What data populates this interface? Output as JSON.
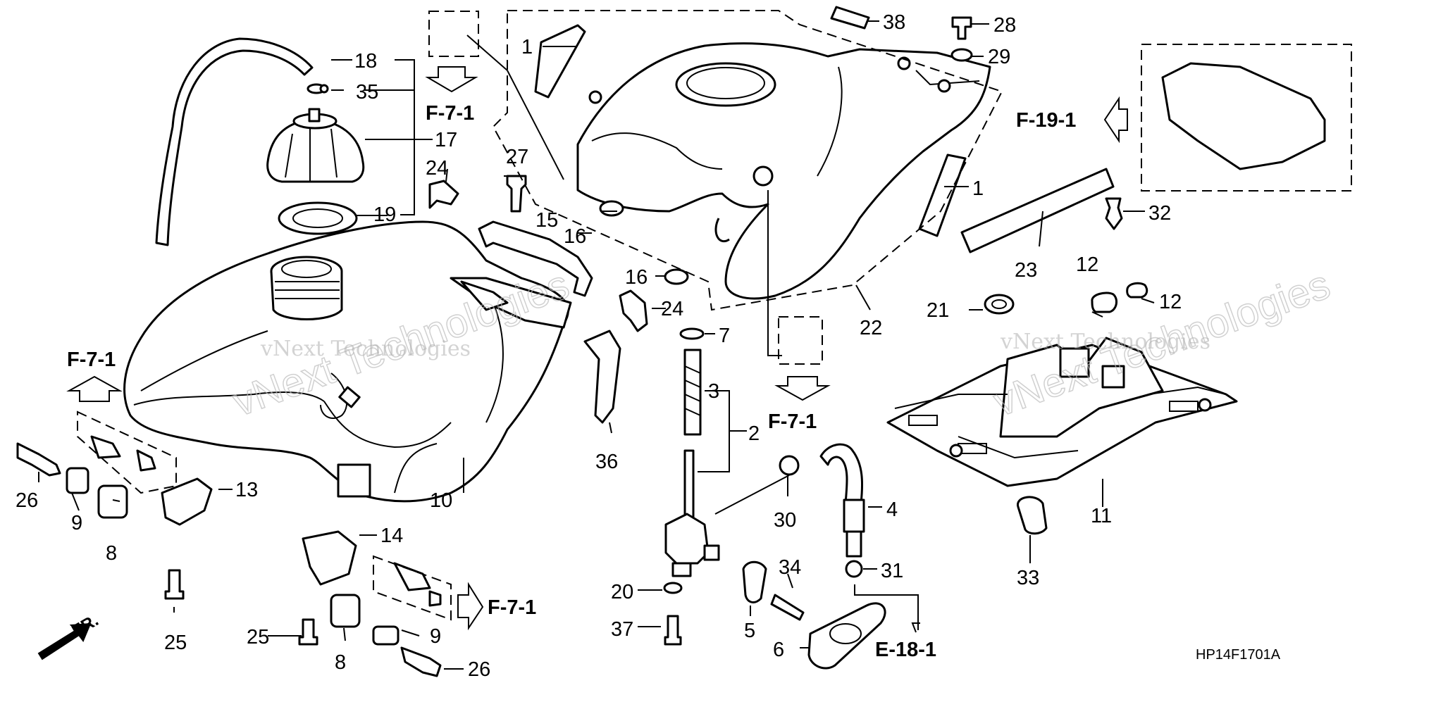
{
  "diagram": {
    "part_labels": [
      {
        "id": "p1a",
        "text": "1"
      },
      {
        "id": "p1b",
        "text": "1"
      },
      {
        "id": "p2",
        "text": "2"
      },
      {
        "id": "p3",
        "text": "3"
      },
      {
        "id": "p4",
        "text": "4"
      },
      {
        "id": "p5",
        "text": "5"
      },
      {
        "id": "p6",
        "text": "6"
      },
      {
        "id": "p7",
        "text": "7"
      },
      {
        "id": "p8a",
        "text": "8"
      },
      {
        "id": "p8b",
        "text": "8"
      },
      {
        "id": "p9a",
        "text": "9"
      },
      {
        "id": "p9b",
        "text": "9"
      },
      {
        "id": "p10",
        "text": "10"
      },
      {
        "id": "p11",
        "text": "11"
      },
      {
        "id": "p12a",
        "text": "12"
      },
      {
        "id": "p12b",
        "text": "12"
      },
      {
        "id": "p13",
        "text": "13"
      },
      {
        "id": "p14",
        "text": "14"
      },
      {
        "id": "p15",
        "text": "15"
      },
      {
        "id": "p16a",
        "text": "16"
      },
      {
        "id": "p16b",
        "text": "16"
      },
      {
        "id": "p17",
        "text": "17"
      },
      {
        "id": "p18",
        "text": "18"
      },
      {
        "id": "p19",
        "text": "19"
      },
      {
        "id": "p20",
        "text": "20"
      },
      {
        "id": "p21",
        "text": "21"
      },
      {
        "id": "p22",
        "text": "22"
      },
      {
        "id": "p23",
        "text": "23"
      },
      {
        "id": "p24a",
        "text": "24"
      },
      {
        "id": "p24b",
        "text": "24"
      },
      {
        "id": "p25a",
        "text": "25"
      },
      {
        "id": "p25b",
        "text": "25"
      },
      {
        "id": "p26a",
        "text": "26"
      },
      {
        "id": "p26b",
        "text": "26"
      },
      {
        "id": "p27",
        "text": "27"
      },
      {
        "id": "p28",
        "text": "28"
      },
      {
        "id": "p29",
        "text": "29"
      },
      {
        "id": "p30",
        "text": "30"
      },
      {
        "id": "p31",
        "text": "31"
      },
      {
        "id": "p32",
        "text": "32"
      },
      {
        "id": "p33",
        "text": "33"
      },
      {
        "id": "p34",
        "text": "34"
      },
      {
        "id": "p35",
        "text": "35"
      },
      {
        "id": "p36",
        "text": "36"
      },
      {
        "id": "p37",
        "text": "37"
      },
      {
        "id": "p38",
        "text": "38"
      }
    ],
    "reference_labels": [
      {
        "id": "r1",
        "text": "F-7-1"
      },
      {
        "id": "r2",
        "text": "F-7-1"
      },
      {
        "id": "r3",
        "text": "F-7-1"
      },
      {
        "id": "r4",
        "text": "F-7-1"
      },
      {
        "id": "r5",
        "text": "F-19-1"
      },
      {
        "id": "r6",
        "text": "E-18-1"
      }
    ],
    "front_indicator": "FR.",
    "diagram_code": "HP14F1701A",
    "watermarks": [
      "vNext Technologies",
      "vNext Technologies"
    ]
  }
}
